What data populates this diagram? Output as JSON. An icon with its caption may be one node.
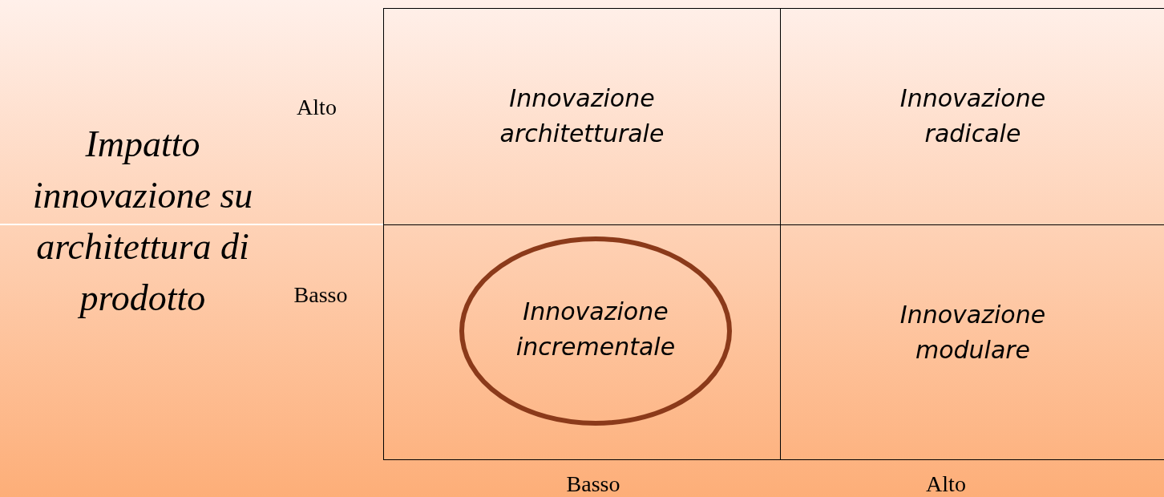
{
  "diagram": {
    "nodes": [
      {
        "text": [
          "Innovazione architetturale"
        ]
      },
      {
        "text": [
          "Innovazione radicale"
        ]
      },
      {
        "text": [],
        "shape": "box"
      },
      {
        "text": [
          "Innovazione incrementale"
        ],
        "in": 2
      },
      {
        "text": [
          "Innovazione modulare"
        ]
      }
    ],
    "labels": [
      "Impatto innovazione su architettura di prodotto",
      "Alto",
      "Basso",
      "Basso",
      "Alto"
    ]
  }
}
